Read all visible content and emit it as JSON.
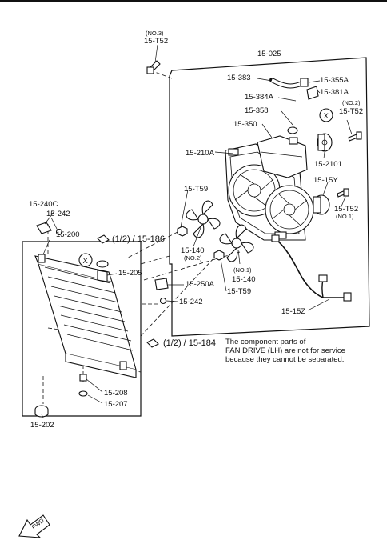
{
  "labels": {
    "t52_no3_qual": "(NO.3)",
    "t52_no3": "15-T52",
    "p025": "15-025",
    "p383": "15-383",
    "p355a": "15-355A",
    "p384a": "15-384A",
    "p381a": "15-381A",
    "t52_no2_qual": "(NO.2)",
    "t52_no2": "15-T52",
    "p358": "15-358",
    "p350": "15-350",
    "p210a": "15-210A",
    "p2101": "15-2101",
    "p15y": "15-15Y",
    "t59_a": "15-T59",
    "t52_no1": "15-T52",
    "t52_no1_qual": "(NO.1)",
    "p240c": "15-240C",
    "p242_a": "15-242",
    "p200": "15-200",
    "ref186": "(1/2) / 15-186",
    "p140_a": "15-140",
    "p140_a_qual": "(NO.2)",
    "p205": "15-205",
    "p140_b_qual": "(NO.1)",
    "p140_b": "15-140",
    "p250a": "15-250A",
    "t59_b": "15-T59",
    "p242_b": "15-242",
    "p15z": "15-15Z",
    "ref184": "(1/2) / 15-184",
    "p208": "15-208",
    "p207": "15-207",
    "p202": "15-202",
    "mark_x1": "X",
    "mark_x2": "X",
    "fwd": "FWD"
  },
  "note": {
    "line1": "The component parts of",
    "line2": "FAN DRIVE (LH) are not for service",
    "line3": "because they cannot be separated."
  }
}
